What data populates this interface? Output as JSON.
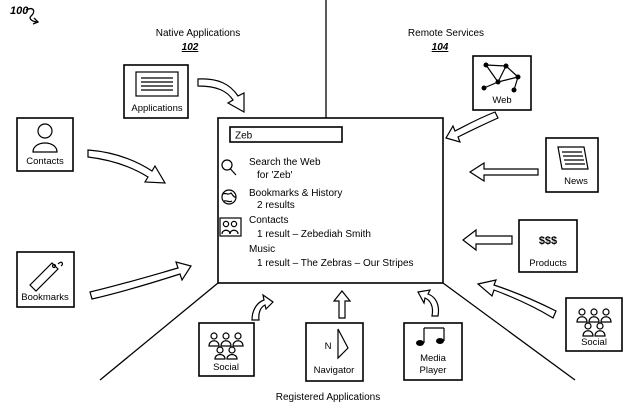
{
  "figure": {
    "number": "100"
  },
  "sections": {
    "native": {
      "label": "Native Applications",
      "ref": "102"
    },
    "remote": {
      "label": "Remote Services",
      "ref": "104"
    },
    "registered": {
      "label": "Registered Applications"
    }
  },
  "search_box": {
    "query": "Zeb",
    "results": {
      "web_line1": "Search the Web",
      "web_line2": "for 'Zeb'",
      "bookmarks_title": "Bookmarks & History",
      "bookmarks_count": "2 results",
      "contacts_title": "Contacts",
      "contacts_result": "1 result – Zebediah Smith",
      "music_title": "Music",
      "music_result": "1 result – The Zebras – Our Stripes"
    }
  },
  "sources": {
    "applications": "Applications",
    "contacts": "Contacts",
    "bookmarks": "Bookmarks",
    "web": "Web",
    "news": "News",
    "products": "Products",
    "products_symbol": "$$$",
    "social_right": "Social",
    "social_bottom": "Social",
    "navigator": "Navigator",
    "navigator_letter": "N",
    "media_player_line1": "Media",
    "media_player_line2": "Player"
  },
  "icons": {
    "applications": "window-icon",
    "contacts": "person-icon",
    "bookmarks": "bookmark-tag-icon",
    "web": "network-graph-icon",
    "news": "newspaper-icon",
    "social": "people-group-icon",
    "navigator": "compass-arrow-icon",
    "media_player": "music-notes-icon",
    "search": "magnifier-icon",
    "globe": "globe-icon",
    "contacts_result": "people-icon"
  }
}
